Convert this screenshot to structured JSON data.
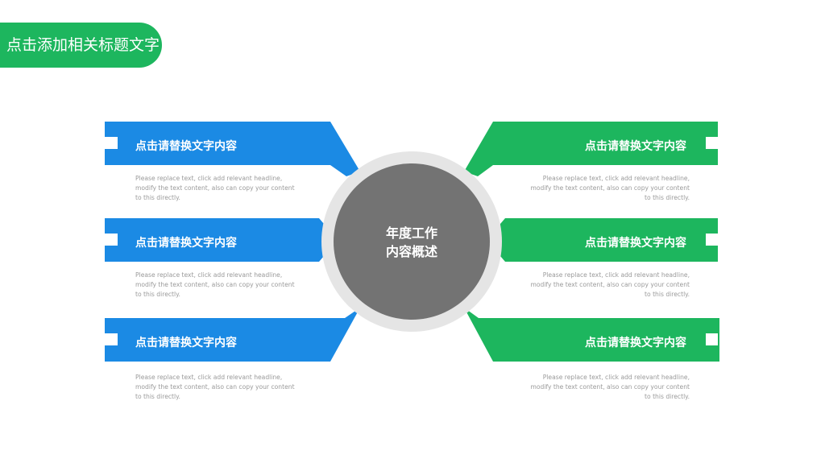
{
  "header": {
    "title": "点击添加相关标题文字"
  },
  "colors": {
    "blue": "#1b8ae4",
    "green": "#1db65e",
    "hub_ring": "#e5e5e5",
    "hub": "#737373"
  },
  "hub": {
    "line1": "年度工作",
    "line2": "内容概述"
  },
  "left_items": [
    {
      "label": "点击请替换文字内容",
      "desc": "Please replace text, click add relevant headline, modify the text content, also can copy your content to this directly."
    },
    {
      "label": "点击请替换文字内容",
      "desc": "Please replace text, click add relevant headline, modify the text content, also can copy your content to this directly."
    },
    {
      "label": "点击请替换文字内容",
      "desc": "Please replace text, click add relevant headline, modify the text content, also can copy your content to this directly."
    }
  ],
  "right_items": [
    {
      "label": "点击请替换文字内容",
      "desc": "Please replace text, click add relevant headline, modify the text content, also can copy your content to this directly."
    },
    {
      "label": "点击请替换文字内容",
      "desc": "Please replace text, click add relevant headline, modify the text content, also can copy your content to this directly."
    },
    {
      "label": "点击请替换文字内容",
      "desc": "Please replace text, click add relevant headline, modify the text content, also can copy your content to this directly."
    }
  ]
}
